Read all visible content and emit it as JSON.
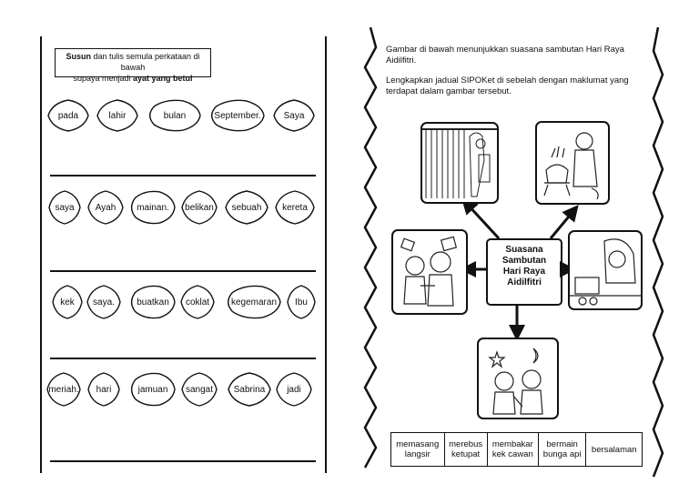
{
  "left_sheet": {
    "instruction": {
      "bold_word": "Susun",
      "line1_rest": " dan tulis semula perkataan di bawah",
      "line2_start": "supaya menjadi ",
      "line2_bold": "ayat yang betul"
    },
    "rows": [
      [
        "pada",
        "lahir",
        "bulan",
        "September.",
        "Saya"
      ],
      [
        "saya",
        "Ayah",
        "mainan.",
        "belikan",
        "sebuah",
        "kereta"
      ],
      [
        "kek",
        "saya.",
        "buatkan",
        "coklat",
        "kegemaran",
        "Ibu"
      ],
      [
        "meriah.",
        "hari",
        "jamuan",
        "sangat",
        "Sabrina",
        "jadi"
      ]
    ]
  },
  "right_sheet": {
    "intro_line1": "Gambar di bawah menunjukkan suasana sambutan Hari Raya Aidilfitri.",
    "intro_line2": "Lengkapkan jadual SIPOKet di sebelah dengan maklumat yang terdapat dalam gambar tersebut.",
    "center": [
      "Suasana",
      "Sambutan",
      "Hari Raya",
      "Aidilfitri"
    ],
    "word_bank": [
      [
        "memasang",
        "langsir"
      ],
      [
        "merebus",
        "ketupat"
      ],
      [
        "membakar",
        "kek cawan"
      ],
      [
        "bermain",
        "bunga api"
      ],
      [
        "bersalaman"
      ]
    ]
  }
}
